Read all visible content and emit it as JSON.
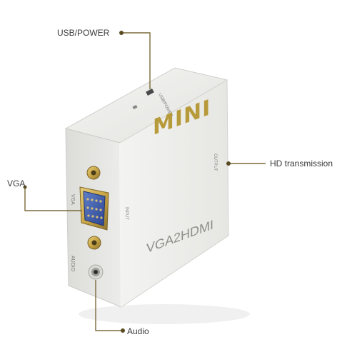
{
  "callouts": {
    "usb_power": "USB/POWER",
    "hd_transmission": "HD transmission",
    "vga": "VGA",
    "audio": "Audio"
  },
  "device": {
    "brand": "MINI",
    "model": "VGA2HDMI",
    "top_port_label": "USB/POWER",
    "side_label_output": "OUTPUT",
    "side_label_input": "INPUT",
    "front_label_vga": "VGA",
    "front_label_audio": "AUDIO"
  },
  "colors": {
    "leader_line": "#7a6a3a",
    "device_body": "#eeeeec",
    "brand_text": "#b79a3a",
    "gold": "#c9a646"
  }
}
